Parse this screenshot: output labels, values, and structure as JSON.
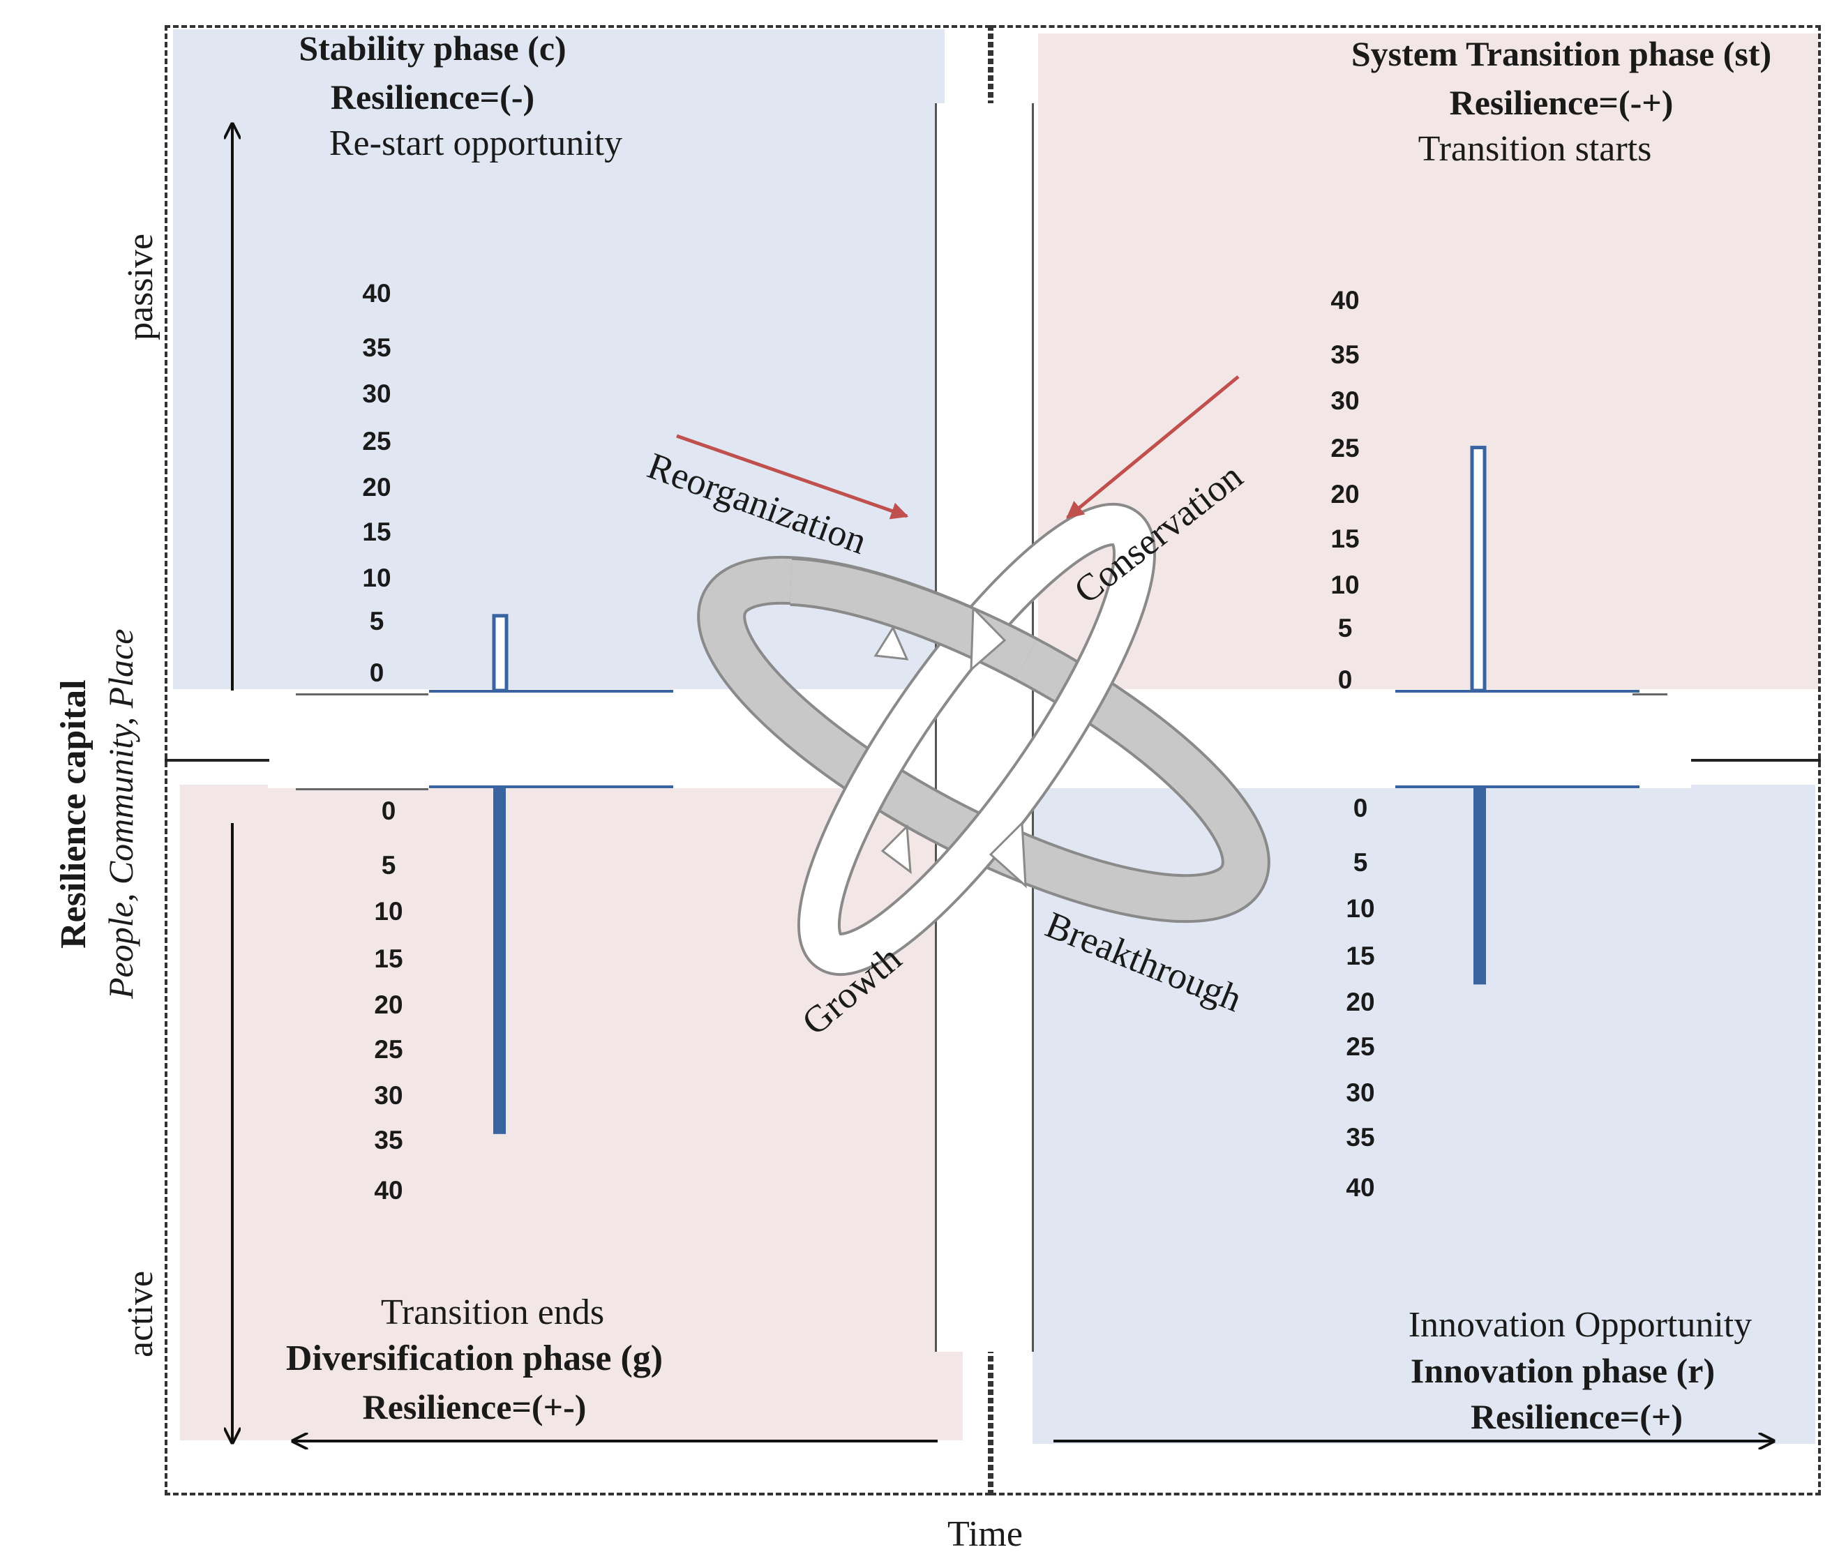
{
  "axis": {
    "y_title": "Resilience capital",
    "y_subtitle": "People, Community, Place",
    "passive": "passive",
    "active": "active",
    "x_title": "Time"
  },
  "quadrants": {
    "top_left": {
      "phase": "Stability  phase (c)",
      "resilience": "Resilience=(-)",
      "note": "Re-start opportunity",
      "color": "#e1e7f2",
      "bar_value": 8,
      "bar_direction": "up",
      "bar_fill": "hollow"
    },
    "top_right": {
      "phase": "System Transition phase (st)",
      "resilience": "Resilience=(-+)",
      "note": "Transition starts",
      "color": "#f3e6e7",
      "bar_value": 26,
      "bar_direction": "up",
      "bar_fill": "hollow"
    },
    "bottom_left": {
      "note": "Transition  ends",
      "phase": "Diversification  phase (g)",
      "resilience": "Resilience=(+-)",
      "color": "#f3e6e7",
      "bar_value": 37,
      "bar_direction": "down",
      "bar_fill": "solid"
    },
    "bottom_right": {
      "note": "Innovation Opportunity",
      "phase": "Innovation phase (r)",
      "resilience": "Resilience=(+)",
      "color": "#e1e7f2",
      "bar_value": 21,
      "bar_direction": "down",
      "bar_fill": "solid"
    }
  },
  "scale": {
    "upper": [
      "40",
      "35",
      "30",
      "25",
      "20",
      "15",
      "10",
      "5",
      "0"
    ],
    "lower": [
      "0",
      "5",
      "10",
      "15",
      "20",
      "25",
      "30",
      "35",
      "40"
    ]
  },
  "cycle": {
    "reorganization": "Reorganization",
    "conservation": "Conservation",
    "growth": "Growth",
    "breakthrough": "Breakthrough",
    "arrow_color": "#c0504d",
    "loop_gray": "#c8c8c8",
    "bar_color": "#3a64a0"
  }
}
